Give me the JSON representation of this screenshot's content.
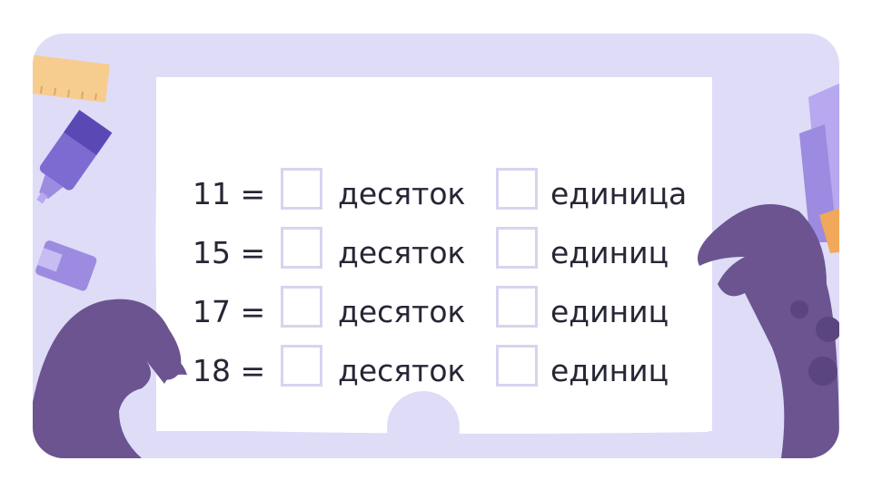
{
  "rows": [
    {
      "equation": "11 =",
      "tens_word": "десяток",
      "ones_word": "единица"
    },
    {
      "equation": "15 =",
      "tens_word": "десяток",
      "ones_word": "единиц"
    },
    {
      "equation": "17 =",
      "tens_word": "десяток",
      "ones_word": "единиц"
    },
    {
      "equation": "18 =",
      "tens_word": "десяток",
      "ones_word": "единиц"
    }
  ],
  "colors": {
    "background": "#dedcf7",
    "sheet": "#ffffff",
    "dino": "#6b5490",
    "text": "#262636",
    "answer_box_border": "#d6d4ee"
  }
}
